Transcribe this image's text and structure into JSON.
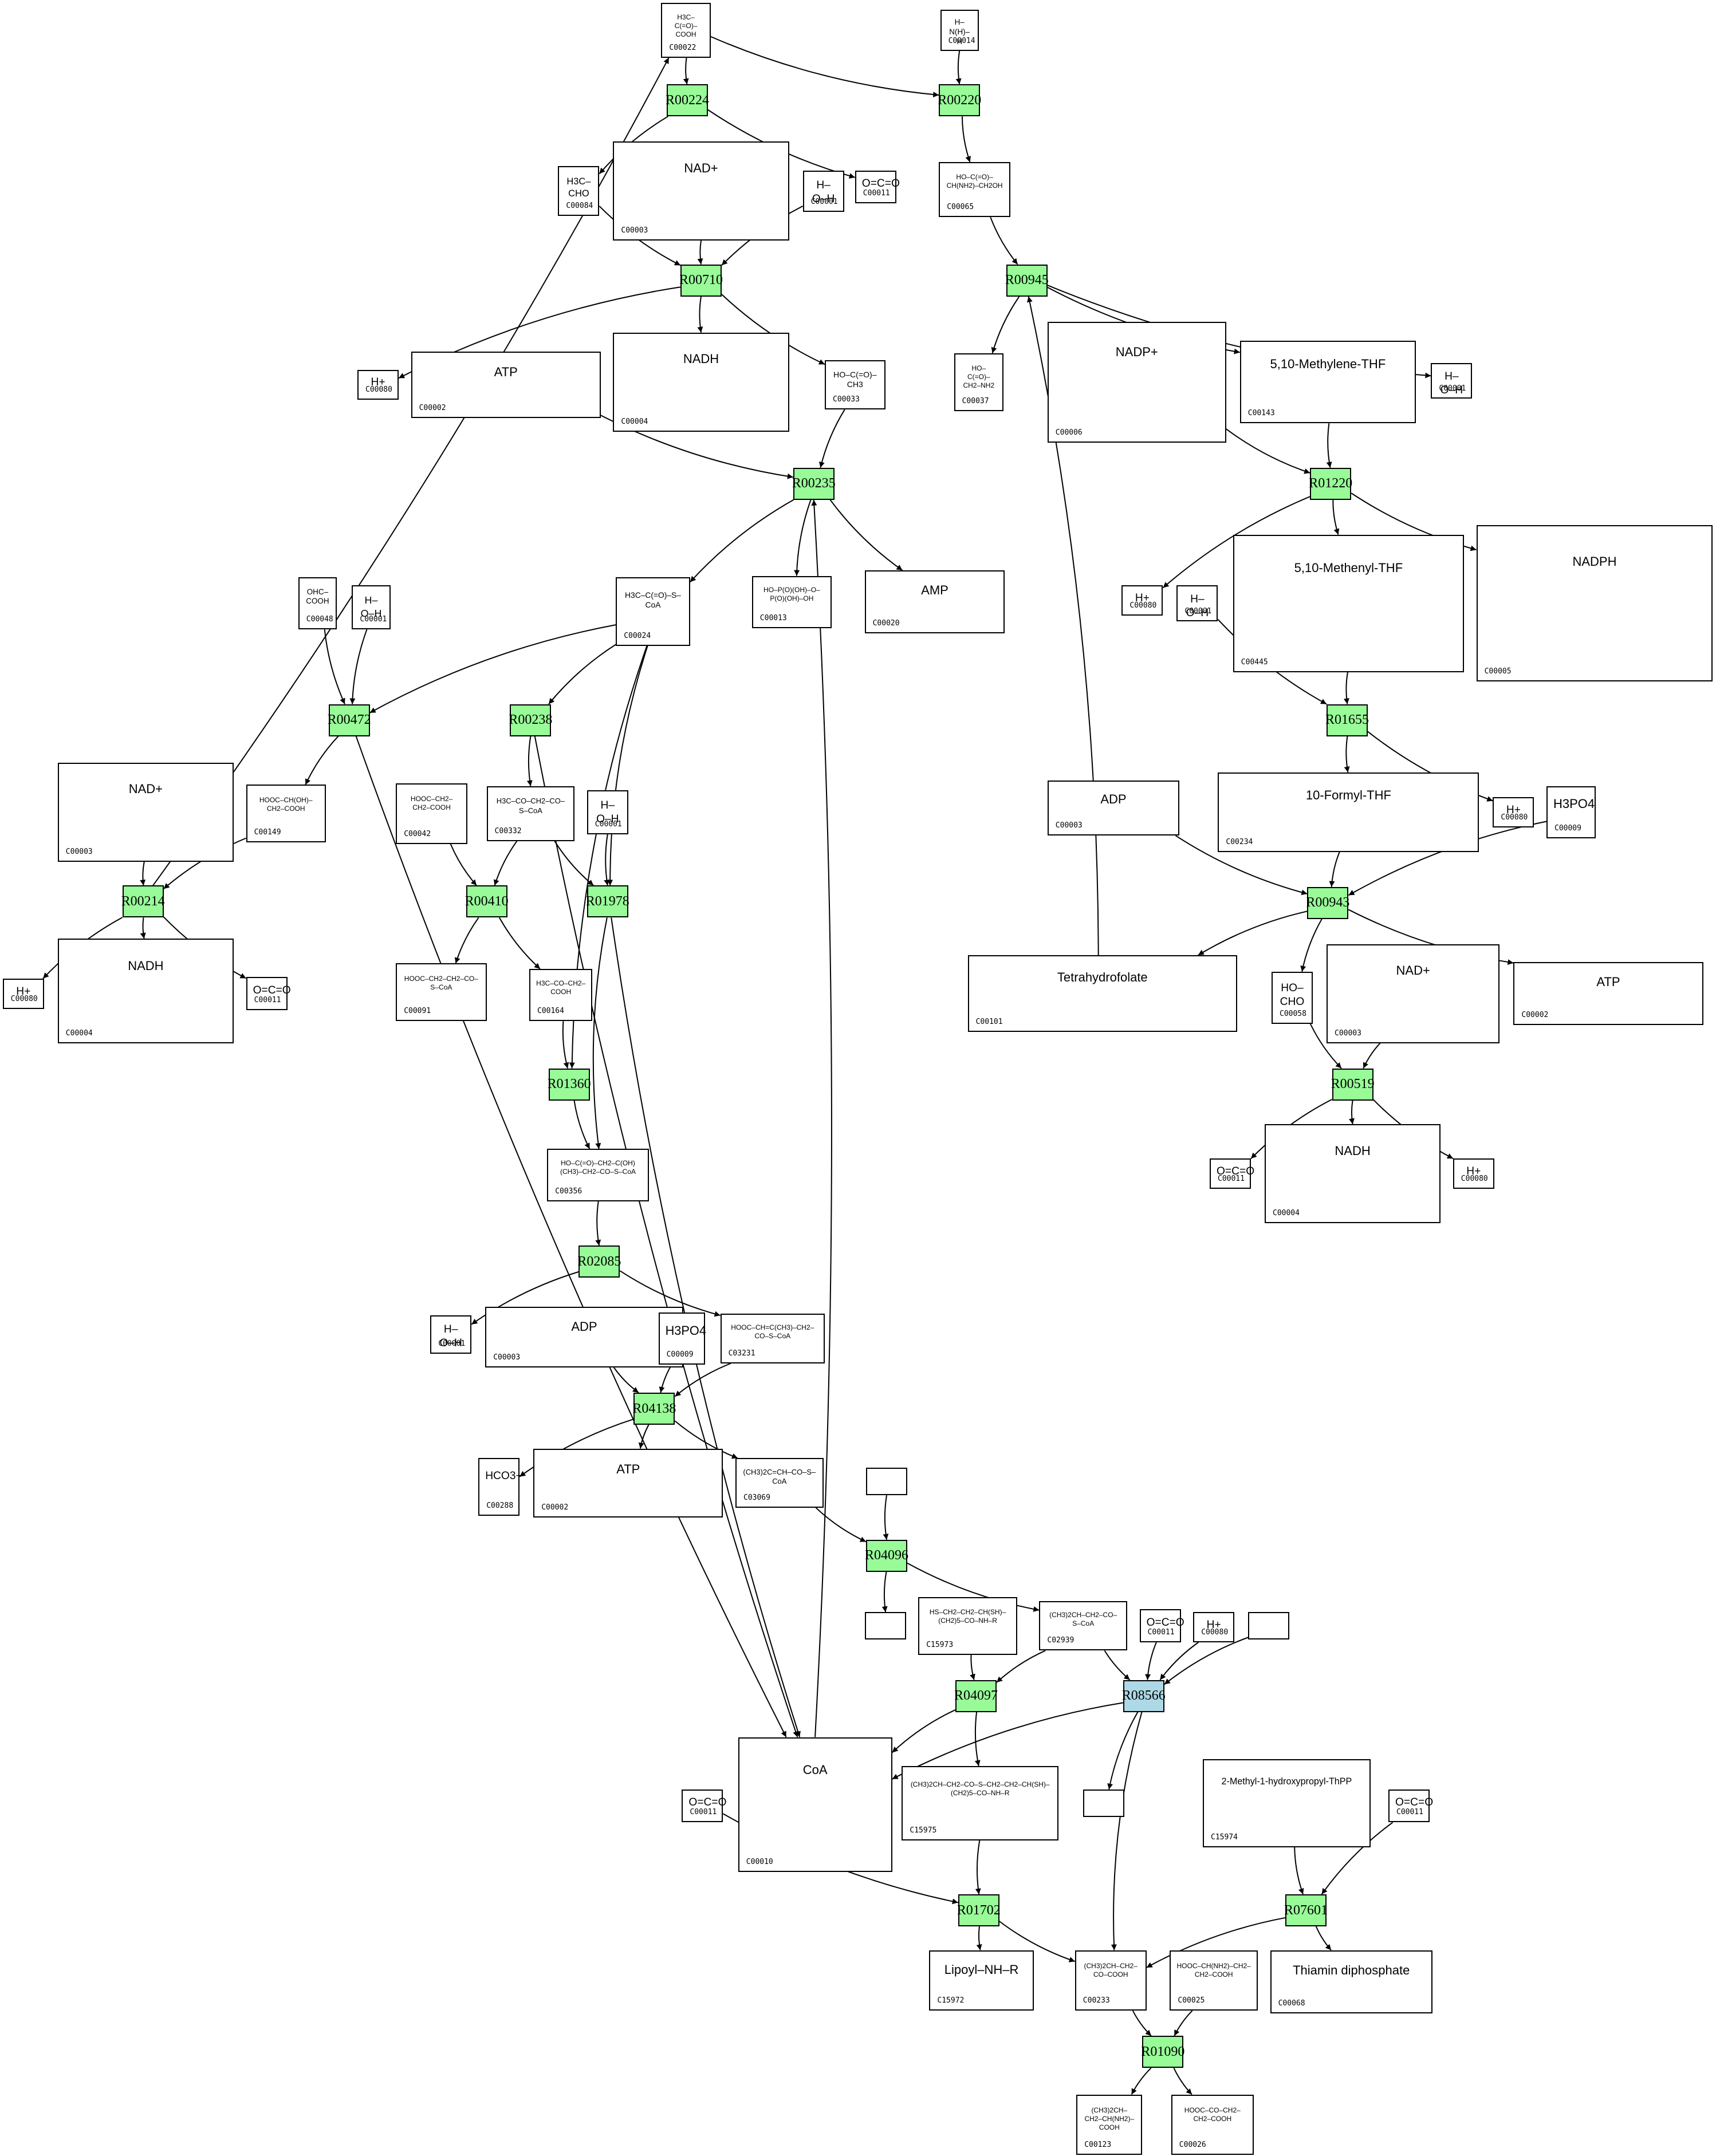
{
  "diagram": {
    "type": "metabolic-pathway-graph",
    "colors": {
      "reaction": "#98fb98",
      "reaction_highlight": "#add8e6",
      "compound": "#ffffff",
      "edge": "#000000"
    },
    "reactions": [
      {
        "id": "R00224",
        "label": "R00224",
        "highlight": false
      },
      {
        "id": "R00220",
        "label": "R00220",
        "highlight": false
      },
      {
        "id": "R00710",
        "label": "R00710",
        "highlight": false
      },
      {
        "id": "R00945",
        "label": "R00945",
        "highlight": false
      },
      {
        "id": "R00235",
        "label": "R00235",
        "highlight": false
      },
      {
        "id": "R01220",
        "label": "R01220",
        "highlight": false
      },
      {
        "id": "R00472",
        "label": "R00472",
        "highlight": false
      },
      {
        "id": "R00238",
        "label": "R00238",
        "highlight": false
      },
      {
        "id": "R01655",
        "label": "R01655",
        "highlight": false
      },
      {
        "id": "R00214",
        "label": "R00214",
        "highlight": false
      },
      {
        "id": "R00410",
        "label": "R00410",
        "highlight": false
      },
      {
        "id": "R01978",
        "label": "R01978",
        "highlight": false
      },
      {
        "id": "R00943",
        "label": "R00943",
        "highlight": false
      },
      {
        "id": "R01360",
        "label": "R01360",
        "highlight": false
      },
      {
        "id": "R00519",
        "label": "R00519",
        "highlight": false
      },
      {
        "id": "R02085",
        "label": "R02085",
        "highlight": false
      },
      {
        "id": "R04138",
        "label": "R04138",
        "highlight": false
      },
      {
        "id": "R04096",
        "label": "R04096",
        "highlight": false
      },
      {
        "id": "R04097",
        "label": "R04097",
        "highlight": false
      },
      {
        "id": "R08566",
        "label": "R08566",
        "highlight": true
      },
      {
        "id": "R01702",
        "label": "R01702",
        "highlight": false
      },
      {
        "id": "R07601",
        "label": "R07601",
        "highlight": false
      },
      {
        "id": "R01090",
        "label": "R01090",
        "highlight": false
      }
    ],
    "compounds": [
      {
        "key": "c22",
        "id": "C00022",
        "formula": "H3C–C(=O)–COOH"
      },
      {
        "key": "c14",
        "id": "C00014",
        "formula": "H–N(H)–H"
      },
      {
        "key": "c84",
        "id": "C00084",
        "formula": "H3C–CHO"
      },
      {
        "key": "c3a",
        "id": "C00003",
        "formula": "NAD+"
      },
      {
        "key": "c1a",
        "id": "C00001",
        "formula": "H–O–H"
      },
      {
        "key": "c11a",
        "id": "C00011",
        "formula": "O=C=O"
      },
      {
        "key": "c65",
        "id": "C00065",
        "formula": "HO–C(=O)–CH(NH2)–CH2OH"
      },
      {
        "key": "c80a",
        "id": "C00080",
        "formula": "H+"
      },
      {
        "key": "c2a",
        "id": "C00002",
        "formula": "ATP"
      },
      {
        "key": "c4a",
        "id": "C00004",
        "formula": "NADH"
      },
      {
        "key": "c33",
        "id": "C00033",
        "formula": "HO–C(=O)–CH3"
      },
      {
        "key": "c37",
        "id": "C00037",
        "formula": "HO–C(=O)–CH2–NH2"
      },
      {
        "key": "c6",
        "id": "C00006",
        "formula": "NADP+"
      },
      {
        "key": "c143",
        "id": "C00143",
        "formula": "5,10-Methylene-THF"
      },
      {
        "key": "c1b",
        "id": "C00001",
        "formula": "H–O–H"
      },
      {
        "key": "c48",
        "id": "C00048",
        "formula": "OHC–COOH"
      },
      {
        "key": "c1c",
        "id": "C00001",
        "formula": "H–O–H"
      },
      {
        "key": "c24",
        "id": "C00024",
        "formula": "H3C–C(=O)–S–CoA"
      },
      {
        "key": "c13",
        "id": "C00013",
        "formula": "HO–P(O)(OH)–O–P(O)(OH)–OH"
      },
      {
        "key": "c20",
        "id": "C00020",
        "formula": "AMP"
      },
      {
        "key": "c80b",
        "id": "C00080",
        "formula": "H+"
      },
      {
        "key": "c1d",
        "id": "C00001",
        "formula": "H–O–H"
      },
      {
        "key": "c445",
        "id": "C00445",
        "formula": "5,10-Methenyl-THF"
      },
      {
        "key": "c5",
        "id": "C00005",
        "formula": "NADPH"
      },
      {
        "key": "c3b",
        "id": "C00003",
        "formula": "NAD+"
      },
      {
        "key": "c149",
        "id": "C00149",
        "formula": "HOOC–CH(OH)–CH2–COOH"
      },
      {
        "key": "c42",
        "id": "C00042",
        "formula": "HOOC–CH2–CH2–COOH"
      },
      {
        "key": "c332",
        "id": "C00332",
        "formula": "H3C–CO–CH2–CO–S–CoA"
      },
      {
        "key": "c1e",
        "id": "C00001",
        "formula": "H–O–H"
      },
      {
        "key": "c8a",
        "id": "C00003",
        "formula": "ADP"
      },
      {
        "key": "c234",
        "id": "C00234",
        "formula": "10-Formyl-THF"
      },
      {
        "key": "c80c",
        "id": "C00080",
        "formula": "H+"
      },
      {
        "key": "c9a",
        "id": "C00009",
        "formula": "H3PO4"
      },
      {
        "key": "c80d",
        "id": "C00080",
        "formula": "H+"
      },
      {
        "key": "c4b",
        "id": "C00004",
        "formula": "NADH"
      },
      {
        "key": "c11b",
        "id": "C00011",
        "formula": "O=C=O"
      },
      {
        "key": "c91",
        "id": "C00091",
        "formula": "HOOC–CH2–CH2–CO–S–CoA"
      },
      {
        "key": "c164",
        "id": "C00164",
        "formula": "H3C–CO–CH2–COOH"
      },
      {
        "key": "c101",
        "id": "C00101",
        "formula": "Tetrahydrofolate"
      },
      {
        "key": "c58",
        "id": "C00058",
        "formula": "HO–CHO"
      },
      {
        "key": "c3c",
        "id": "C00003",
        "formula": "NAD+"
      },
      {
        "key": "c2b",
        "id": "C00002",
        "formula": "ATP"
      },
      {
        "key": "c356",
        "id": "C00356",
        "formula": "HO–C(=O)–CH2–C(OH)(CH3)–CH2–CO–S–CoA"
      },
      {
        "key": "c11c",
        "id": "C00011",
        "formula": "O=C=O"
      },
      {
        "key": "c4c",
        "id": "C00004",
        "formula": "NADH"
      },
      {
        "key": "c80e",
        "id": "C00080",
        "formula": "H+"
      },
      {
        "key": "c1f",
        "id": "C00001",
        "formula": "H–O–H"
      },
      {
        "key": "c8b",
        "id": "C00003",
        "formula": "ADP"
      },
      {
        "key": "c9b",
        "id": "C00009",
        "formula": "H3PO4"
      },
      {
        "key": "c3231",
        "id": "C03231",
        "formula": "HOOC–CH=C(CH3)–CH2–CO–S–CoA"
      },
      {
        "key": "c288",
        "id": "C00288",
        "formula": "HCO3−"
      },
      {
        "key": "c2c",
        "id": "C00002",
        "formula": "ATP"
      },
      {
        "key": "c3069",
        "id": "C03069",
        "formula": "(CH3)2C=CH–CO–S–CoA"
      },
      {
        "key": "blank1",
        "id": "",
        "formula": ""
      },
      {
        "key": "blank2",
        "id": "",
        "formula": ""
      },
      {
        "key": "c15973",
        "id": "C15973",
        "formula": "HS–CH2–CH2–CH(SH)–(CH2)5–CO–NH–R"
      },
      {
        "key": "c2939",
        "id": "C02939",
        "formula": "(CH3)2CH–CH2–CO–S–CoA"
      },
      {
        "key": "c11d",
        "id": "C00011",
        "formula": "O=C=O"
      },
      {
        "key": "c80f",
        "id": "C00080",
        "formula": "H+"
      },
      {
        "key": "blank3",
        "id": "",
        "formula": ""
      },
      {
        "key": "c10",
        "id": "C00010",
        "formula": "CoA"
      },
      {
        "key": "c15975",
        "id": "C15975",
        "formula": "(CH3)2CH–CH2–CO–S–CH2–CH2–CH(SH)–(CH2)5–CO–NH–R"
      },
      {
        "key": "blank4",
        "id": "",
        "formula": ""
      },
      {
        "key": "c11e",
        "id": "C00011",
        "formula": "O=C=O"
      },
      {
        "key": "c15974",
        "id": "C15974",
        "formula": "2-Methyl-1-hydroxypropyl-ThPP"
      },
      {
        "key": "c11f",
        "id": "C00011",
        "formula": "O=C=O"
      },
      {
        "key": "c15972",
        "id": "C15972",
        "formula": "Lipoyl–NH–R"
      },
      {
        "key": "c233",
        "id": "C00233",
        "formula": "(CH3)2CH–CH2–CO–COOH"
      },
      {
        "key": "c25",
        "id": "C00025",
        "formula": "HOOC–CH(NH2)–CH2–CH2–COOH"
      },
      {
        "key": "c68",
        "id": "C00068",
        "formula": "Thiamin diphosphate"
      },
      {
        "key": "c123",
        "id": "C00123",
        "formula": "(CH3)2CH–CH2–CH(NH2)–COOH"
      },
      {
        "key": "c26",
        "id": "C00026",
        "formula": "HOOC–CO–CH2–CH2–COOH"
      }
    ]
  }
}
